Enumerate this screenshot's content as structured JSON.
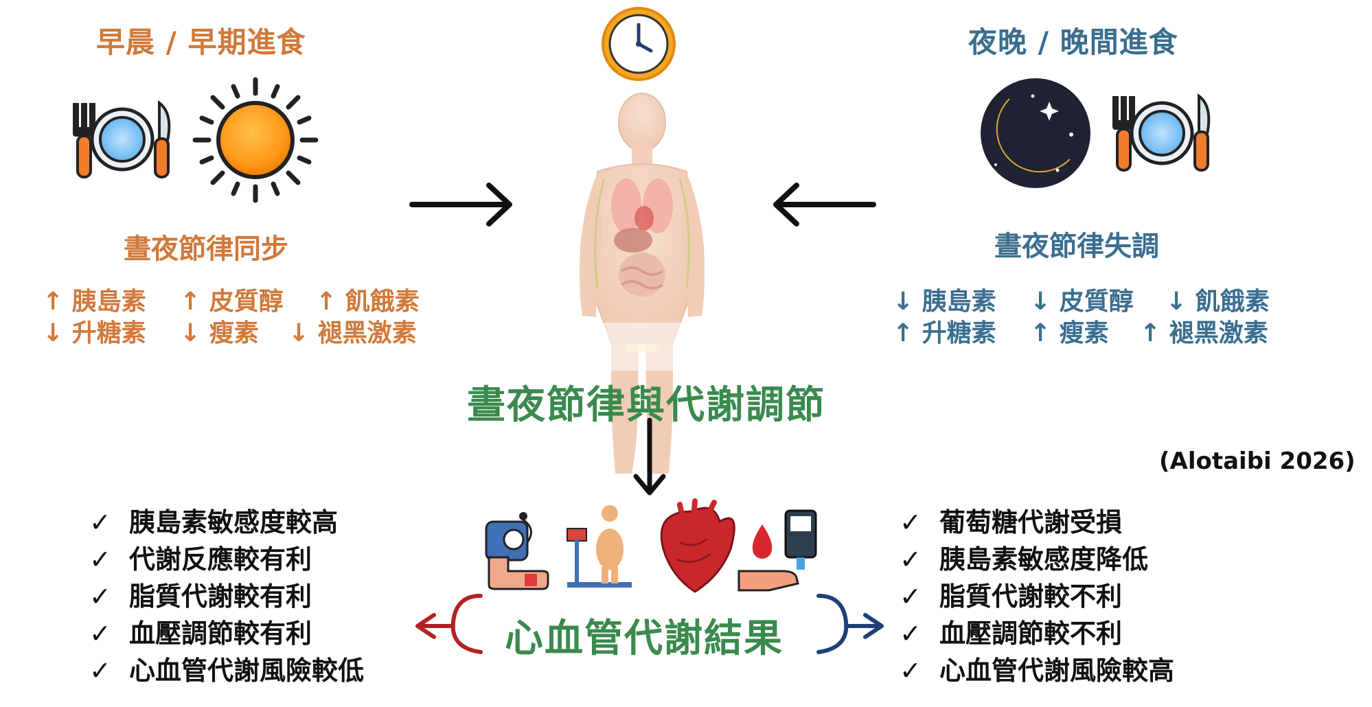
{
  "morning": {
    "title": "早晨 / 早期進食",
    "status": "晝夜節律同步",
    "hormones": [
      {
        "arrow": "↑",
        "name": "胰島素"
      },
      {
        "arrow": "↑",
        "name": "皮質醇"
      },
      {
        "arrow": "↑",
        "name": "飢餓素"
      },
      {
        "arrow": "↓",
        "name": "升糖素"
      },
      {
        "arrow": "↓",
        "name": "瘦素"
      },
      {
        "arrow": "↓",
        "name": "褪黑激素"
      }
    ],
    "outcomes": [
      "胰島素敏感度較高",
      "代謝反應較有利",
      "脂質代謝較有利",
      "血壓調節較有利",
      "心血管代謝風險較低"
    ],
    "color": "#d0793a"
  },
  "night": {
    "title": "夜晚 / 晚間進食",
    "status": "晝夜節律失調",
    "hormones": [
      {
        "arrow": "↓",
        "name": "胰島素"
      },
      {
        "arrow": "↓",
        "name": "皮質醇"
      },
      {
        "arrow": "↓",
        "name": "飢餓素"
      },
      {
        "arrow": "↑",
        "name": "升糖素"
      },
      {
        "arrow": "↑",
        "name": "瘦素"
      },
      {
        "arrow": "↑",
        "name": "褪黑激素"
      }
    ],
    "outcomes": [
      "葡萄糖代謝受損",
      "胰島素敏感度降低",
      "脂質代謝較不利",
      "血壓調節較不利",
      "心血管代謝風險較高"
    ],
    "color": "#3a6e8f"
  },
  "center": {
    "title": "晝夜節律與代謝調節",
    "outcome_title": "心血管代謝結果",
    "color": "#3a8a4e"
  },
  "check_mark": "✓",
  "citation": "(Alotaibi 2026)",
  "icons": [
    "plate-cutlery-icon",
    "sun-icon",
    "clock-icon",
    "human-body-icon",
    "moon-icon",
    "blood-pressure-icon",
    "weight-scale-icon",
    "heart-icon",
    "blood-glucose-icon"
  ]
}
